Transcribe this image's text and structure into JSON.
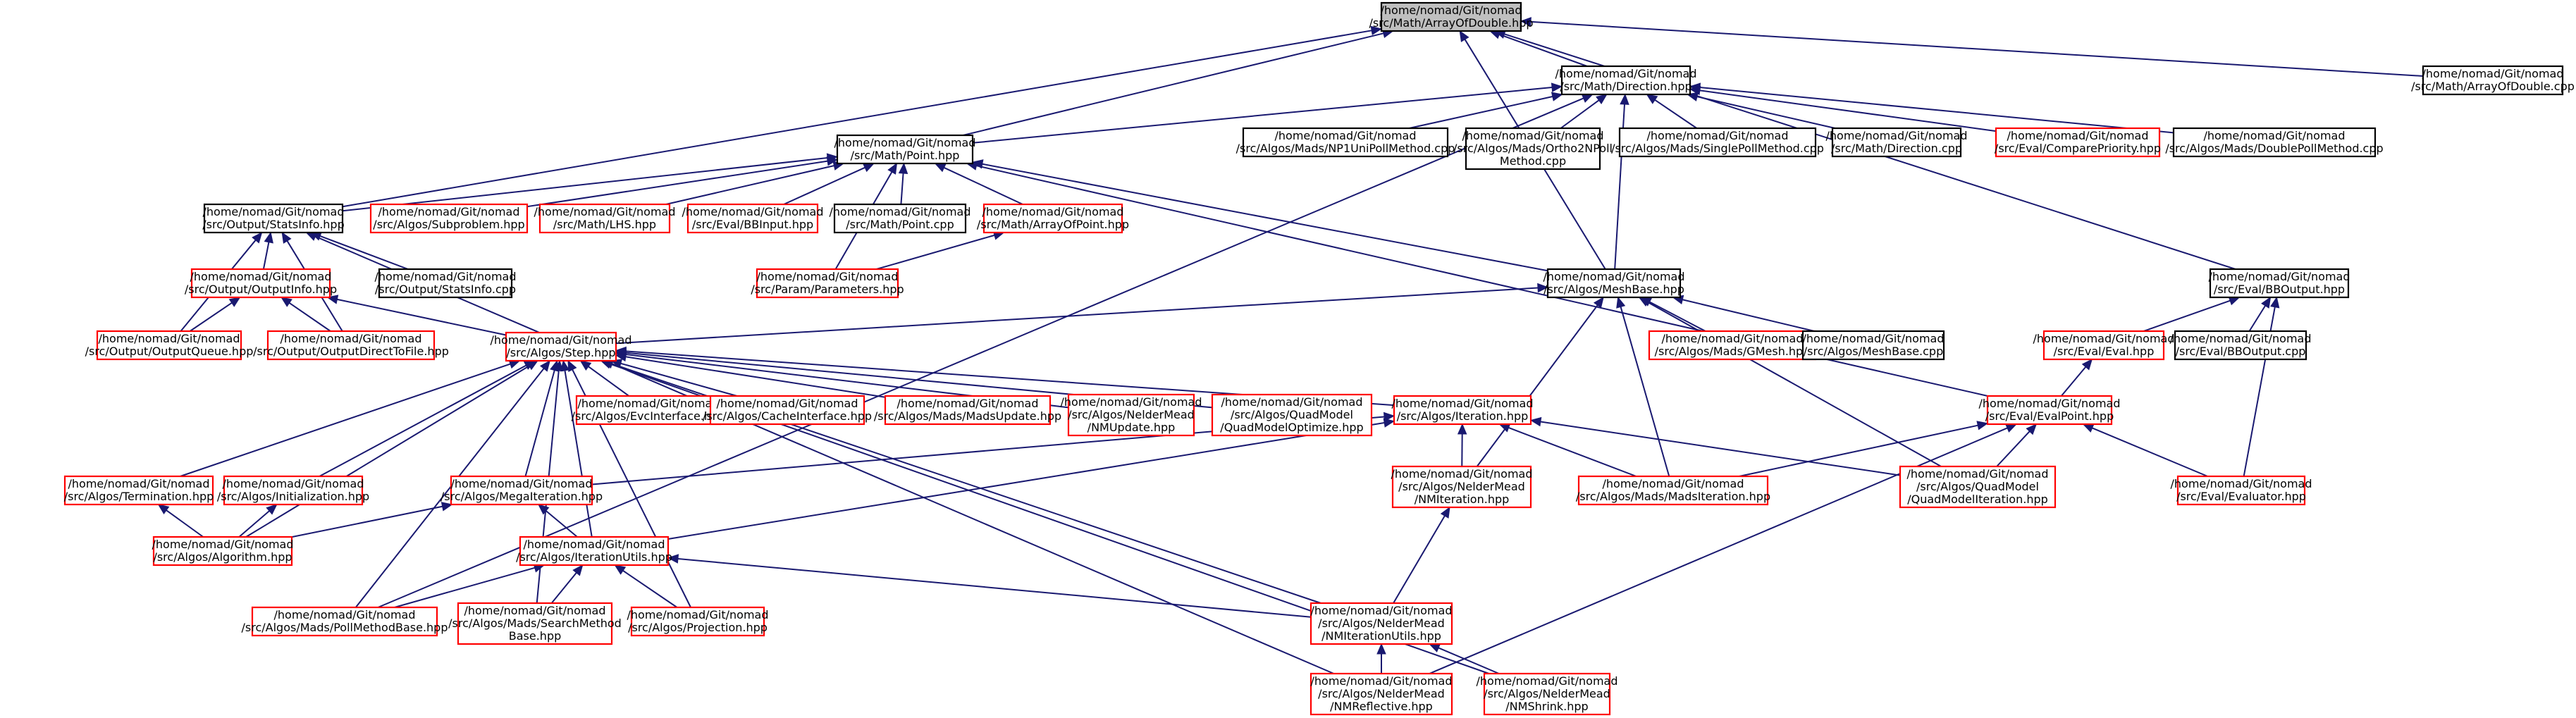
{
  "colors": {
    "edge": "#191970",
    "black_border": "#000000",
    "red_border": "#ff0000",
    "root_fill": "#bfbfbf"
  },
  "nodes": {
    "root": {
      "lines": [
        "/home/nomad/Git/nomad",
        "/src/Math/ArrayOfDouble.hpp"
      ],
      "border": "black",
      "root": true
    },
    "direction_hpp": {
      "lines": [
        "/home/nomad/Git/nomad",
        "/src/Math/Direction.hpp"
      ],
      "border": "black"
    },
    "aod_cpp": {
      "lines": [
        "/home/nomad/Git/nomad",
        "/src/Math/ArrayOfDouble.cpp"
      ],
      "border": "black"
    },
    "point_hpp": {
      "lines": [
        "/home/nomad/Git/nomad",
        "/src/Math/Point.hpp"
      ],
      "border": "black"
    },
    "np1uni": {
      "lines": [
        "/home/nomad/Git/nomad",
        "/src/Algos/Mads/NP1UniPollMethod.cpp"
      ],
      "border": "black"
    },
    "ortho2n": {
      "lines": [
        "/home/nomad/Git/nomad",
        "/src/Algos/Mads/Ortho2NPoll",
        "Method.cpp"
      ],
      "border": "black"
    },
    "singlepoll": {
      "lines": [
        "/home/nomad/Git/nomad",
        "/src/Algos/Mads/SinglePollMethod.cpp"
      ],
      "border": "black"
    },
    "direction_cpp": {
      "lines": [
        "/home/nomad/Git/nomad",
        "/src/Math/Direction.cpp"
      ],
      "border": "black"
    },
    "compareprio": {
      "lines": [
        "/home/nomad/Git/nomad",
        "/src/Eval/ComparePriority.hpp"
      ],
      "border": "red"
    },
    "doublepoll": {
      "lines": [
        "/home/nomad/Git/nomad",
        "/src/Algos/Mads/DoublePollMethod.cpp"
      ],
      "border": "black"
    },
    "statsinfo_hpp": {
      "lines": [
        "/home/nomad/Git/nomad",
        "/src/Output/StatsInfo.hpp"
      ],
      "border": "black"
    },
    "subproblem": {
      "lines": [
        "/home/nomad/Git/nomad",
        "/src/Algos/Subproblem.hpp"
      ],
      "border": "red"
    },
    "lhs": {
      "lines": [
        "/home/nomad/Git/nomad",
        "/src/Math/LHS.hpp"
      ],
      "border": "red"
    },
    "bbinput": {
      "lines": [
        "/home/nomad/Git/nomad",
        "/src/Eval/BBInput.hpp"
      ],
      "border": "red"
    },
    "point_cpp": {
      "lines": [
        "/home/nomad/Git/nomad",
        "/src/Math/Point.cpp"
      ],
      "border": "black"
    },
    "aop_hpp": {
      "lines": [
        "/home/nomad/Git/nomad",
        "/src/Math/ArrayOfPoint.hpp"
      ],
      "border": "red"
    },
    "outputinfo": {
      "lines": [
        "/home/nomad/Git/nomad",
        "/src/Output/OutputInfo.hpp"
      ],
      "border": "red"
    },
    "statsinfo_cpp": {
      "lines": [
        "/home/nomad/Git/nomad",
        "/src/Output/StatsInfo.cpp"
      ],
      "border": "black"
    },
    "parameters": {
      "lines": [
        "/home/nomad/Git/nomad",
        "/src/Param/Parameters.hpp"
      ],
      "border": "red"
    },
    "meshbase_hpp": {
      "lines": [
        "/home/nomad/Git/nomad",
        "/src/Algos/MeshBase.hpp"
      ],
      "border": "black"
    },
    "bboutput_hpp": {
      "lines": [
        "/home/nomad/Git/nomad",
        "/src/Eval/BBOutput.hpp"
      ],
      "border": "black"
    },
    "outputqueue": {
      "lines": [
        "/home/nomad/Git/nomad",
        "/src/Output/OutputQueue.hpp"
      ],
      "border": "red"
    },
    "outputdirect": {
      "lines": [
        "/home/nomad/Git/nomad",
        "/src/Output/OutputDirectToFile.hpp"
      ],
      "border": "red"
    },
    "step": {
      "lines": [
        "/home/nomad/Git/nomad",
        "/src/Algos/Step.hpp"
      ],
      "border": "red"
    },
    "gmesh": {
      "lines": [
        "/home/nomad/Git/nomad",
        "/src/Algos/Mads/GMesh.hpp"
      ],
      "border": "red"
    },
    "meshbase_cpp": {
      "lines": [
        "/home/nomad/Git/nomad",
        "/src/Algos/MeshBase.cpp"
      ],
      "border": "black"
    },
    "eval_hpp": {
      "lines": [
        "/home/nomad/Git/nomad",
        "/src/Eval/Eval.hpp"
      ],
      "border": "red"
    },
    "bboutput_cpp": {
      "lines": [
        "/home/nomad/Git/nomad",
        "/src/Eval/BBOutput.cpp"
      ],
      "border": "black"
    },
    "evcinterface": {
      "lines": [
        "/home/nomad/Git/nomad",
        "/src/Algos/EvcInterface.hpp"
      ],
      "border": "red"
    },
    "cacheinterface": {
      "lines": [
        "/home/nomad/Git/nomad",
        "/src/Algos/CacheInterface.hpp"
      ],
      "border": "red"
    },
    "madsupdate": {
      "lines": [
        "/home/nomad/Git/nomad",
        "/src/Algos/Mads/MadsUpdate.hpp"
      ],
      "border": "red"
    },
    "nmupdate": {
      "lines": [
        "/home/nomad/Git/nomad",
        "/src/Algos/NelderMead",
        "/NMUpdate.hpp"
      ],
      "border": "red"
    },
    "qmopt": {
      "lines": [
        "/home/nomad/Git/nomad",
        "/src/Algos/QuadModel",
        "/QuadModelOptimize.hpp"
      ],
      "border": "red"
    },
    "iteration": {
      "lines": [
        "/home/nomad/Git/nomad",
        "/src/Algos/Iteration.hpp"
      ],
      "border": "red"
    },
    "evalpoint": {
      "lines": [
        "/home/nomad/Git/nomad",
        "/src/Eval/EvalPoint.hpp"
      ],
      "border": "red"
    },
    "termination": {
      "lines": [
        "/home/nomad/Git/nomad",
        "/src/Algos/Termination.hpp"
      ],
      "border": "red"
    },
    "initialization": {
      "lines": [
        "/home/nomad/Git/nomad",
        "/src/Algos/Initialization.hpp"
      ],
      "border": "red"
    },
    "megaiteration": {
      "lines": [
        "/home/nomad/Git/nomad",
        "/src/Algos/MegaIteration.hpp"
      ],
      "border": "red"
    },
    "nmiteration": {
      "lines": [
        "/home/nomad/Git/nomad",
        "/src/Algos/NelderMead",
        "/NMIteration.hpp"
      ],
      "border": "red"
    },
    "madsiteration": {
      "lines": [
        "/home/nomad/Git/nomad",
        "/src/Algos/Mads/MadsIteration.hpp"
      ],
      "border": "red"
    },
    "qmiteration": {
      "lines": [
        "/home/nomad/Git/nomad",
        "/src/Algos/QuadModel",
        "/QuadModelIteration.hpp"
      ],
      "border": "red"
    },
    "evaluator": {
      "lines": [
        "/home/nomad/Git/nomad",
        "/src/Eval/Evaluator.hpp"
      ],
      "border": "red"
    },
    "algorithm": {
      "lines": [
        "/home/nomad/Git/nomad",
        "/src/Algos/Algorithm.hpp"
      ],
      "border": "red"
    },
    "iterutils": {
      "lines": [
        "/home/nomad/Git/nomad",
        "/src/Algos/IterationUtils.hpp"
      ],
      "border": "red"
    },
    "pollmethodbase": {
      "lines": [
        "/home/nomad/Git/nomad",
        "/src/Algos/Mads/PollMethodBase.hpp"
      ],
      "border": "red"
    },
    "searchmethod": {
      "lines": [
        "/home/nomad/Git/nomad",
        "/src/Algos/Mads/SearchMethod",
        "Base.hpp"
      ],
      "border": "red"
    },
    "projection": {
      "lines": [
        "/home/nomad/Git/nomad",
        "/src/Algos/Projection.hpp"
      ],
      "border": "red"
    },
    "nmiterutils": {
      "lines": [
        "/home/nomad/Git/nomad",
        "/src/Algos/NelderMead",
        "/NMIterationUtils.hpp"
      ],
      "border": "red"
    },
    "nmreflective": {
      "lines": [
        "/home/nomad/Git/nomad",
        "/src/Algos/NelderMead",
        "/NMReflective.hpp"
      ],
      "border": "red"
    },
    "nmshrink": {
      "lines": [
        "/home/nomad/Git/nomad",
        "/src/Algos/NelderMead",
        "/NMShrink.hpp"
      ],
      "border": "red"
    }
  },
  "edges": [
    [
      "direction_hpp",
      "root"
    ],
    [
      "aod_cpp",
      "root"
    ],
    [
      "point_hpp",
      "root"
    ],
    [
      "statsinfo_hpp",
      "root"
    ],
    [
      "meshbase_hpp",
      "root"
    ],
    [
      "bboutput_hpp",
      "root"
    ],
    [
      "point_hpp",
      "direction_hpp"
    ],
    [
      "np1uni",
      "direction_hpp"
    ],
    [
      "ortho2n",
      "direction_hpp"
    ],
    [
      "singlepoll",
      "direction_hpp"
    ],
    [
      "direction_cpp",
      "direction_hpp"
    ],
    [
      "compareprio",
      "direction_hpp"
    ],
    [
      "doublepoll",
      "direction_hpp"
    ],
    [
      "meshbase_hpp",
      "direction_hpp"
    ],
    [
      "pollmethodbase",
      "direction_hpp"
    ],
    [
      "statsinfo_hpp",
      "point_hpp"
    ],
    [
      "subproblem",
      "point_hpp"
    ],
    [
      "lhs",
      "point_hpp"
    ],
    [
      "bbinput",
      "point_hpp"
    ],
    [
      "point_cpp",
      "point_hpp"
    ],
    [
      "aop_hpp",
      "point_hpp"
    ],
    [
      "meshbase_hpp",
      "point_hpp"
    ],
    [
      "evalpoint",
      "point_hpp"
    ],
    [
      "parameters",
      "point_hpp"
    ],
    [
      "outputinfo",
      "statsinfo_hpp"
    ],
    [
      "statsinfo_cpp",
      "statsinfo_hpp"
    ],
    [
      "outputqueue",
      "statsinfo_hpp"
    ],
    [
      "outputdirect",
      "statsinfo_hpp"
    ],
    [
      "parameters",
      "aop_hpp"
    ],
    [
      "outputqueue",
      "outputinfo"
    ],
    [
      "outputdirect",
      "outputinfo"
    ],
    [
      "step",
      "outputinfo"
    ],
    [
      "step",
      "meshbase_hpp"
    ],
    [
      "gmesh",
      "meshbase_hpp"
    ],
    [
      "meshbase_cpp",
      "meshbase_hpp"
    ],
    [
      "nmiteration",
      "meshbase_hpp"
    ],
    [
      "madsiteration",
      "meshbase_hpp"
    ],
    [
      "qmiteration",
      "meshbase_hpp"
    ],
    [
      "eval_hpp",
      "bboutput_hpp"
    ],
    [
      "bboutput_cpp",
      "bboutput_hpp"
    ],
    [
      "evaluator",
      "bboutput_hpp"
    ],
    [
      "evalpoint",
      "eval_hpp"
    ],
    [
      "evcinterface",
      "step"
    ],
    [
      "cacheinterface",
      "step"
    ],
    [
      "madsupdate",
      "step"
    ],
    [
      "nmupdate",
      "step"
    ],
    [
      "qmopt",
      "step"
    ],
    [
      "iteration",
      "step"
    ],
    [
      "termination",
      "step"
    ],
    [
      "initialization",
      "step"
    ],
    [
      "megaiteration",
      "step"
    ],
    [
      "iterutils",
      "step"
    ],
    [
      "algorithm",
      "step"
    ],
    [
      "pollmethodbase",
      "step"
    ],
    [
      "searchmethod",
      "step"
    ],
    [
      "projection",
      "step"
    ],
    [
      "nmiterutils",
      "step"
    ],
    [
      "nmshrink",
      "step"
    ],
    [
      "megaiteration",
      "iteration"
    ],
    [
      "nmiteration",
      "iteration"
    ],
    [
      "madsiteration",
      "iteration"
    ],
    [
      "qmiteration",
      "iteration"
    ],
    [
      "iterutils",
      "iteration"
    ],
    [
      "madsiteration",
      "evalpoint"
    ],
    [
      "qmiteration",
      "evalpoint"
    ],
    [
      "evaluator",
      "evalpoint"
    ],
    [
      "nmreflective",
      "evalpoint"
    ],
    [
      "algorithm",
      "termination"
    ],
    [
      "algorithm",
      "initialization"
    ],
    [
      "algorithm",
      "megaiteration"
    ],
    [
      "iterutils",
      "megaiteration"
    ],
    [
      "nmiterutils",
      "nmiteration"
    ],
    [
      "pollmethodbase",
      "iterutils"
    ],
    [
      "searchmethod",
      "iterutils"
    ],
    [
      "projection",
      "iterutils"
    ],
    [
      "nmiterutils",
      "iterutils"
    ],
    [
      "nmreflective",
      "nmiterutils"
    ],
    [
      "nmshrink",
      "nmiterutils"
    ],
    [
      "nmreflective",
      "statsinfo_hpp"
    ]
  ]
}
